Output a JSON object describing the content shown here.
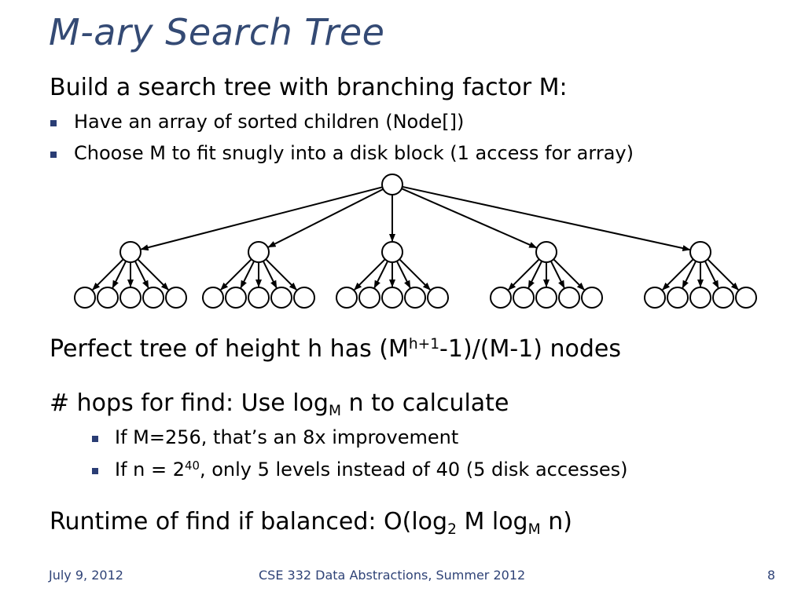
{
  "title": "M-ary Search Tree",
  "intro": "Build a search tree with branching factor M:",
  "bullets": [
    "Have an array of sorted children (Node[])",
    "Choose M to fit snugly into a disk block (1 access for array)"
  ],
  "perfect": {
    "pre": "Perfect tree of height h has (M",
    "sup": "h+1",
    "post": "-1)/(M-1) nodes"
  },
  "hops": {
    "pre": "# hops for find: Use log",
    "sub": "M",
    "post": " n to calculate"
  },
  "hop_bullets": [
    {
      "text": "If M=256, that’s an 8x improvement"
    },
    {
      "pre": "If n = 2",
      "sup": "40",
      "post": ", only 5 levels instead of 40 (5 disk accesses)"
    }
  ],
  "runtime": {
    "a": "Runtime of find if balanced: O(log",
    "sub1": "2",
    "b": " M log",
    "sub2": "M",
    "c": " n)"
  },
  "footer": {
    "date": "July 9, 2012",
    "course": "CSE 332 Data Abstractions, Summer 2012",
    "page": "8"
  },
  "colors": {
    "title": "#344a74",
    "bullet": "#2a3d74",
    "footer": "#2f4377"
  }
}
